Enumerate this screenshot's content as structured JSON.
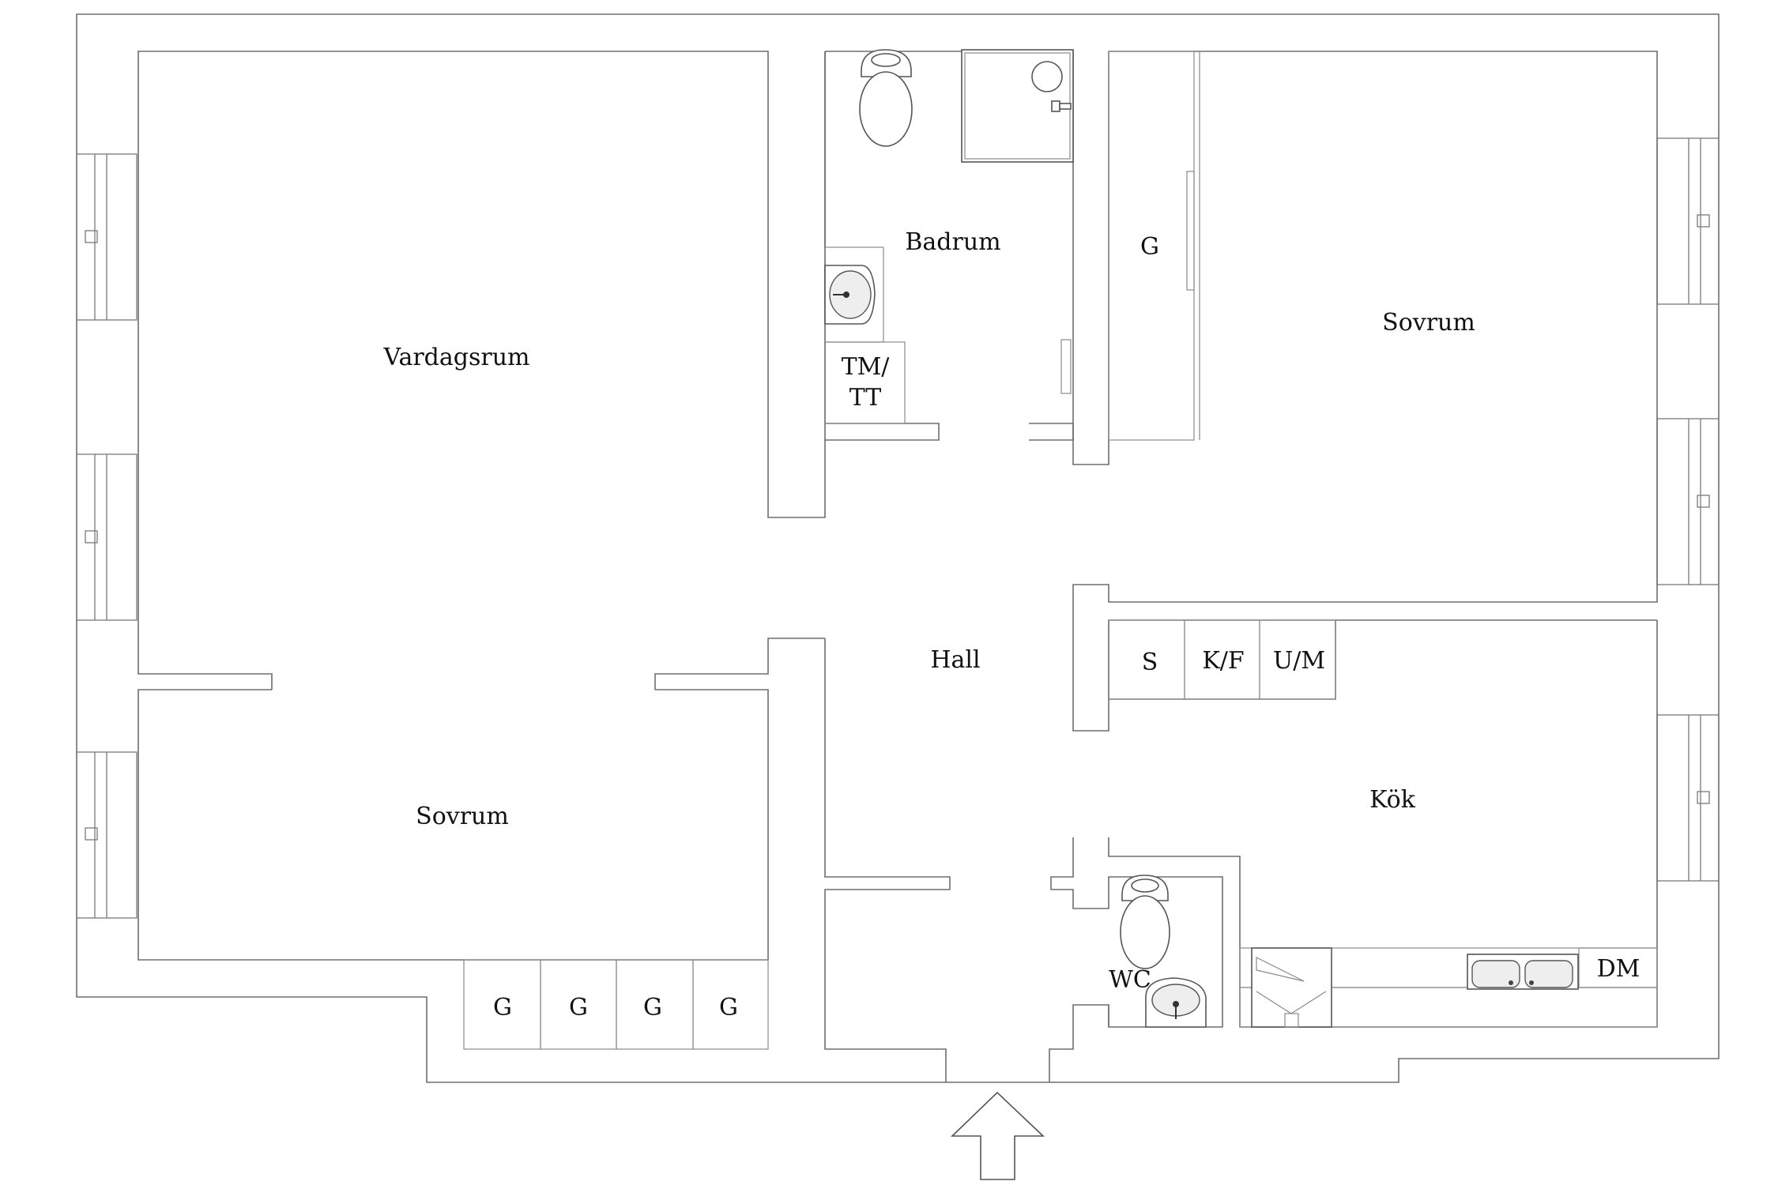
{
  "rooms": {
    "vardagsrum": "Vardagsrum",
    "badrum": "Badrum",
    "sovrum_right": "Sovrum",
    "sovrum_left": "Sovrum",
    "hall": "Hall",
    "kok": "Kök",
    "wc": "WC"
  },
  "fixtures": {
    "tm_line1": "TM/",
    "tm_line2": "TT",
    "wardrobe_bedroom": "G",
    "closets": [
      "G",
      "G",
      "G",
      "G"
    ],
    "kitchen_s": "S",
    "kitchen_kf": "K/F",
    "kitchen_um": "U/M",
    "kitchen_dm": "DM"
  },
  "icons": {
    "entrance": "entrance-arrow-icon"
  }
}
